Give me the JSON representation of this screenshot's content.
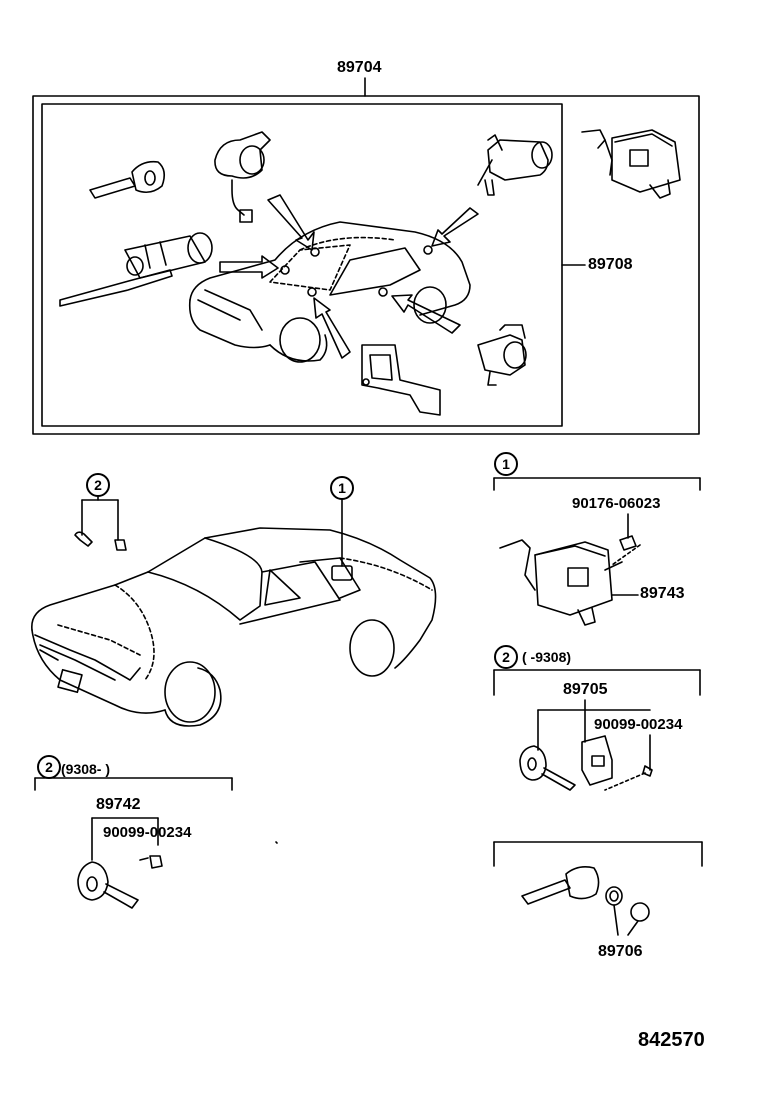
{
  "diagram": {
    "top_assembly": "89704",
    "top_kit": "89708",
    "computer_screw": "90176-06023",
    "computer": "89743",
    "transponder_kit_early": "89705",
    "screw_early": "90099-00234",
    "transponder_kit_late": "89742",
    "screw_late": "90099-00234",
    "key_blank": "89706",
    "illustration_no": "842570",
    "marker_1": "1",
    "marker_2": "2",
    "range_early": "(    -9308)",
    "range_late": "(9308-      )",
    "colors": {
      "line": "#000000",
      "bg": "#ffffff"
    }
  }
}
